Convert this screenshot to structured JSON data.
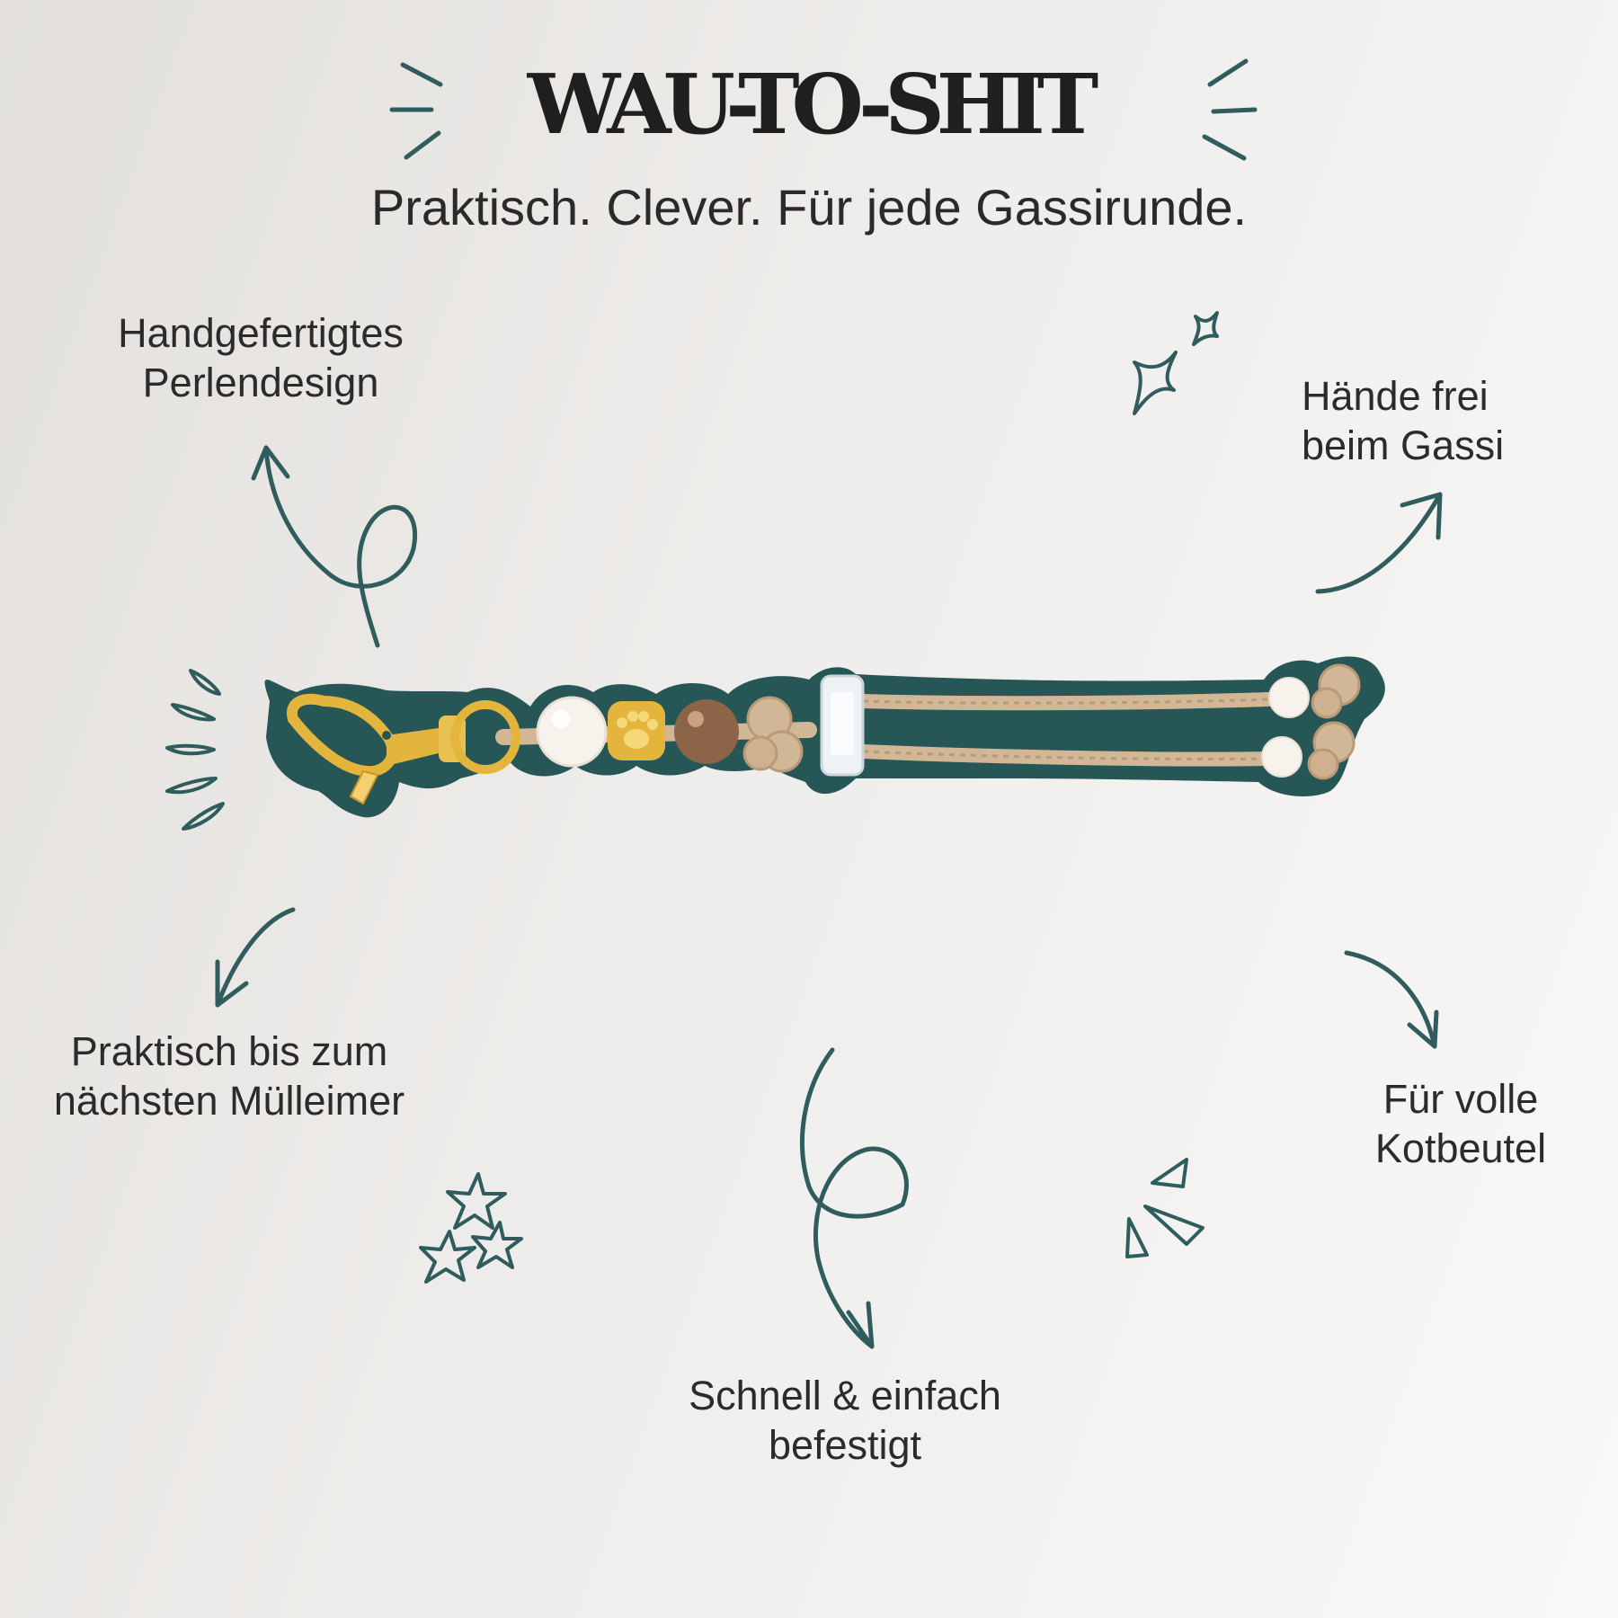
{
  "header": {
    "title": "WAU-TO-SHIT",
    "subtitle": "Praktisch. Clever. Für jede Gassirunde."
  },
  "features": {
    "handmade": {
      "line1": "Handgefertigtes",
      "line2": "Perlendesign"
    },
    "hands_free": {
      "line1": "Hände frei",
      "line2": "beim Gassi"
    },
    "practical": {
      "line1": "Praktisch bis zum",
      "line2": "nächsten Mülleimer"
    },
    "full_bags": {
      "line1": "Für volle",
      "line2": "Kotbeutel"
    },
    "fast": {
      "line1": "Schnell & einfach",
      "line2": "befestigt"
    }
  },
  "icons": {
    "decor": [
      "burst-lines-icon",
      "sparkle-icon",
      "arrow-icon",
      "star-icon",
      "paw-icon"
    ]
  },
  "colors": {
    "ink": "#2f5c5c",
    "cord": "#d2b796",
    "gold": "#e3b53c",
    "pearl": "#f7f3ec",
    "bronze": "#8c6548",
    "outline": "#275656"
  }
}
